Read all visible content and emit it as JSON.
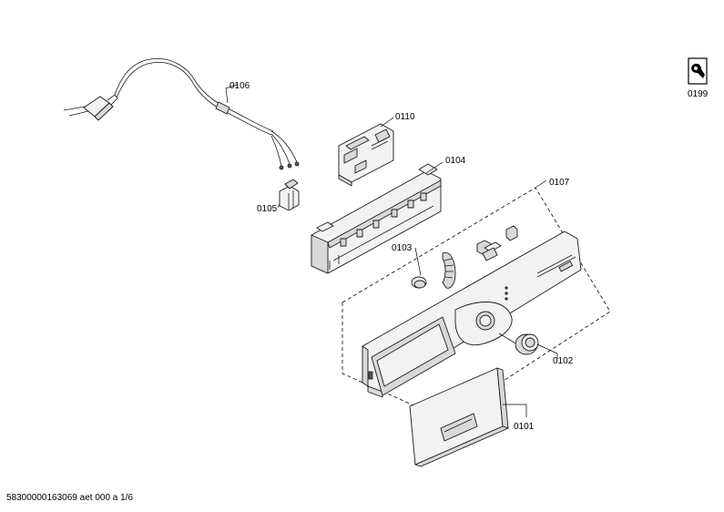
{
  "labels": {
    "p0106": "0106",
    "p0110": "0110",
    "p0104": "0104",
    "p0107": "0107",
    "p0105": "0105",
    "p0103": "0103",
    "p0102": "0102",
    "p0101": "0101",
    "p0199": "0199"
  },
  "footer": "58300000163069 aet 000 a 1/6"
}
